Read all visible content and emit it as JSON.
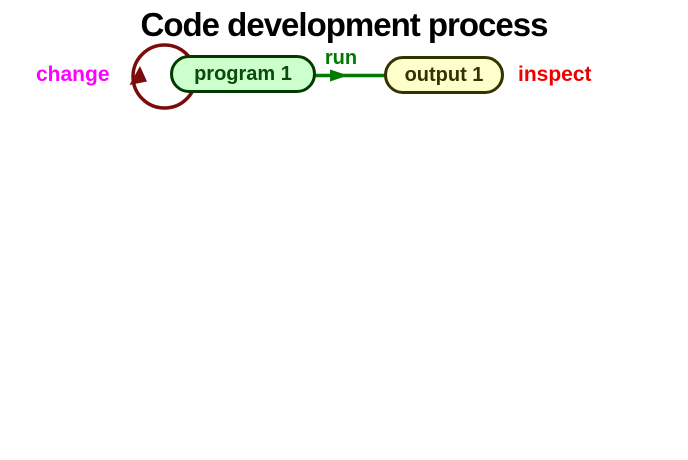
{
  "title": "Code development process",
  "colors": {
    "background": "#ffffff",
    "title_text": "#000000",
    "loop_edge": "#7b0c0c",
    "run_edge": "#007a00",
    "change_label": "#ff00ff",
    "run_label": "#007a00",
    "inspect_label": "#ee0000",
    "program_fill": "#ccffcc",
    "program_border": "#023a02",
    "program_text": "#0a4a0a",
    "output_fill": "#ffffcc",
    "output_border": "#333300",
    "output_text": "#333300"
  },
  "diagram": {
    "type": "flow",
    "nodes": [
      {
        "id": "program-1",
        "label": "program 1",
        "shape": "stadium"
      },
      {
        "id": "output-1",
        "label": "output 1",
        "shape": "stadium"
      }
    ],
    "edges": [
      {
        "from": "program-1",
        "to": "program-1",
        "label": "change",
        "type": "self-loop",
        "direction": "clockwise"
      },
      {
        "from": "program-1",
        "to": "output-1",
        "label": "run",
        "type": "straight-arrow"
      }
    ],
    "annotations": [
      {
        "label": "inspect",
        "attached_to": "output-1",
        "position": "right"
      }
    ]
  }
}
